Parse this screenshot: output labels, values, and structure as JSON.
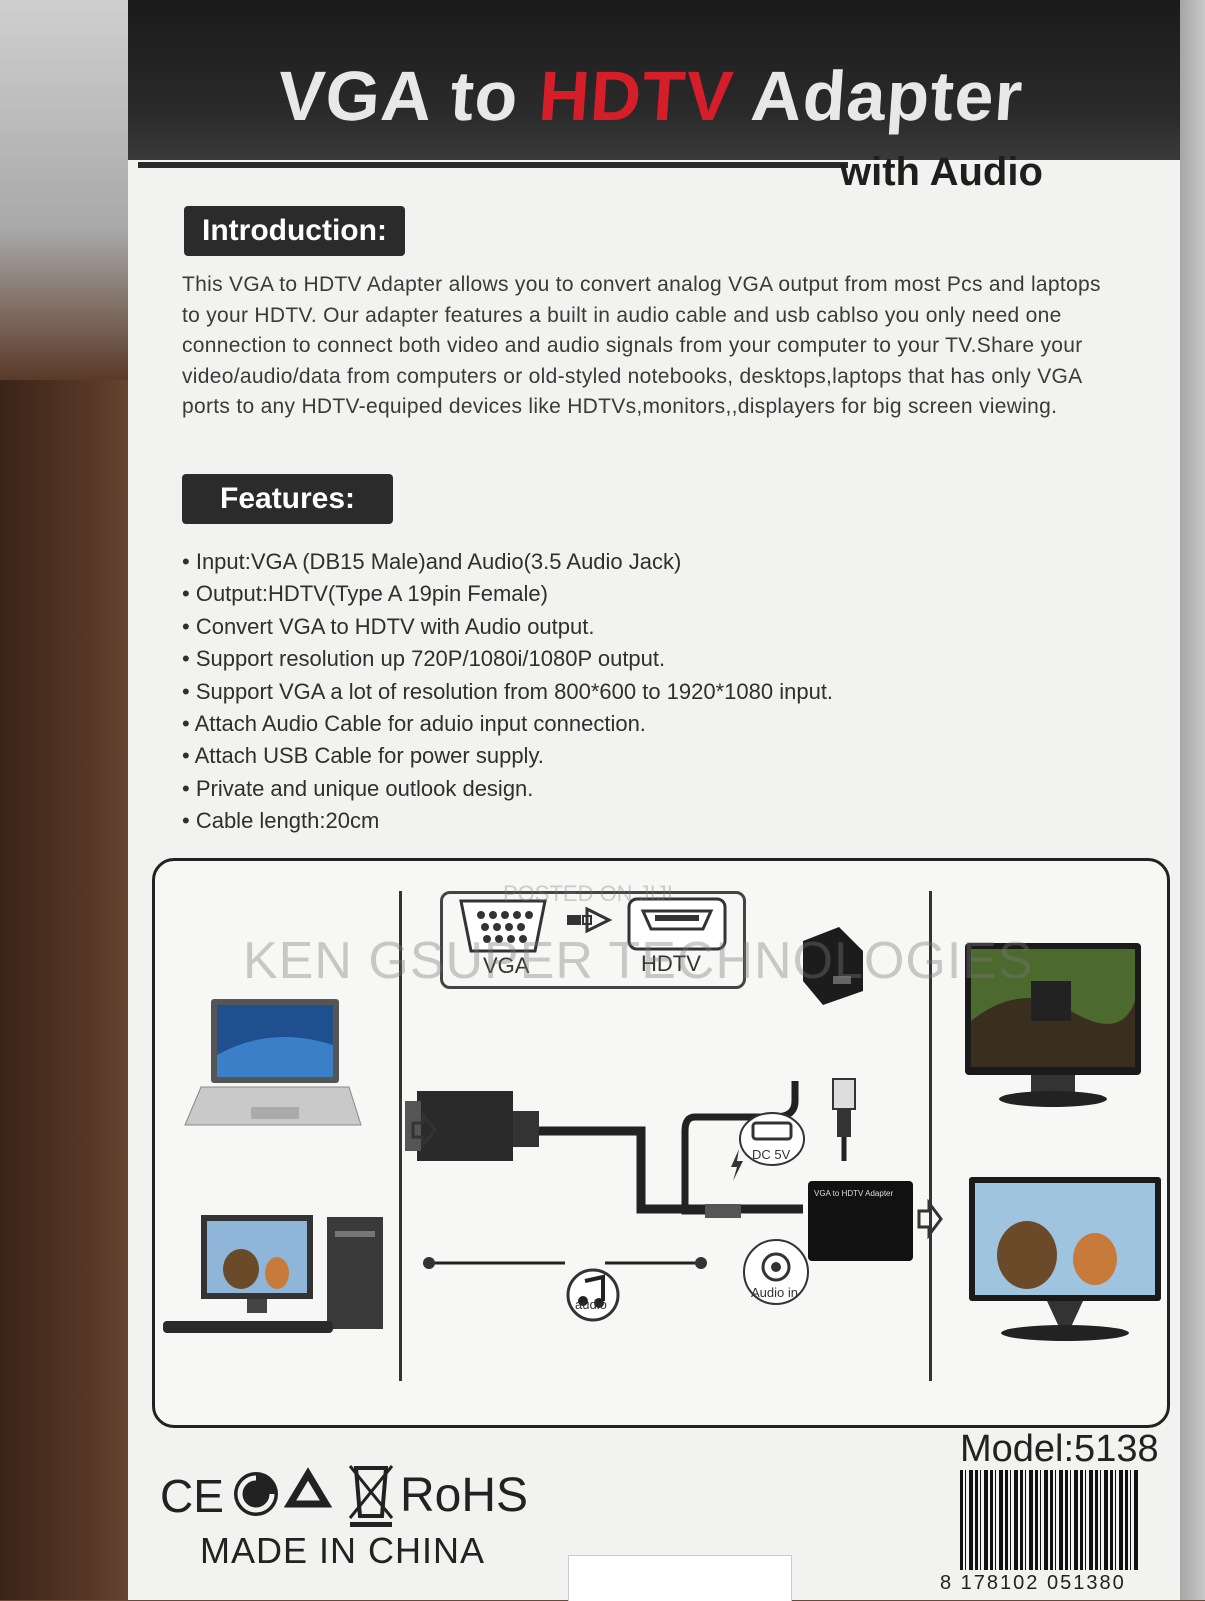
{
  "product": {
    "title_part1": "VGA to ",
    "title_part2": "HDTV",
    "title_part3": " Adapter",
    "subtitle": "with Audio"
  },
  "introduction": {
    "heading": "Introduction:",
    "text": "This VGA to HDTV Adapter allows you to convert analog VGA output from most Pcs and laptops to your HDTV. Our adapter features a built in audio cable and usb cablso you only need one connection to connect both video and audio signals from your computer to your TV.Share your video/audio/data from computers or old-styled notebooks, desktops,laptops that has only VGA ports to any HDTV-equiped devices like HDTVs,monitors,,displayers for big screen viewing."
  },
  "features": {
    "heading": "Features:",
    "items": [
      "Input:VGA (DB15 Male)and Audio(3.5 Audio Jack)",
      "Output:HDTV(Type A 19pin Female)",
      "Convert VGA to HDTV with Audio output.",
      "Support resolution up 720P/1080i/1080P output.",
      "Support VGA a lot of resolution from 800*600 to 1920*1080 input.",
      "Attach Audio Cable for aduio input connection.",
      "Attach USB Cable for power supply.",
      "Private and unique outlook design.",
      "Cable length:20cm"
    ]
  },
  "diagram": {
    "vga_label": "VGA",
    "hdtv_label": "HDTV",
    "dc_label": "DC 5V",
    "adapter_label": "VGA to HDTV Adapter",
    "audio_label": "audio",
    "audio_in_label": "Audio in"
  },
  "watermark": {
    "main": "KEN GSUPER TECHNOLOGIES",
    "posted": "POSTED ON JIJI"
  },
  "footer": {
    "model": "Model:5138",
    "barcode_digits": "8 178102 051380",
    "rohs": "RoHS",
    "made_in": "MADE IN CHINA",
    "cert_marks": [
      "CE",
      "C-tick",
      "recycle",
      "WEEE"
    ]
  },
  "colors": {
    "title_red": "#d61e2b",
    "header_dark": "#1a1a1a",
    "tag_bg": "#2b2b2b"
  }
}
